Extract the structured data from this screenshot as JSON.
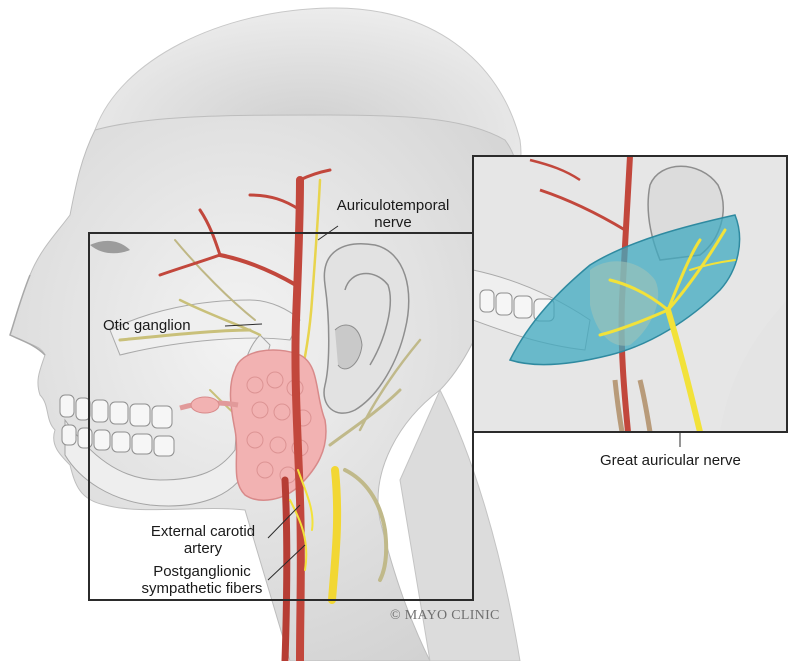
{
  "labels": {
    "auriculotemporal": "Auriculotemporal\nnerve",
    "otic_ganglion": "Otic ganglion",
    "external_carotid": "External carotid\nartery",
    "postganglionic": "Postganglionic\nsympathetic fibers",
    "great_auricular": "Great auricular nerve"
  },
  "copyright": "© MAYO CLINIC",
  "colors": {
    "skin": "#e4e4e4",
    "artery": "#c2473c",
    "nerve": "#f2e23a",
    "gland": "#f2b2b2",
    "highlight": "#3fa9c0",
    "bone": "#efefef",
    "frame": "#2b2b2b"
  }
}
